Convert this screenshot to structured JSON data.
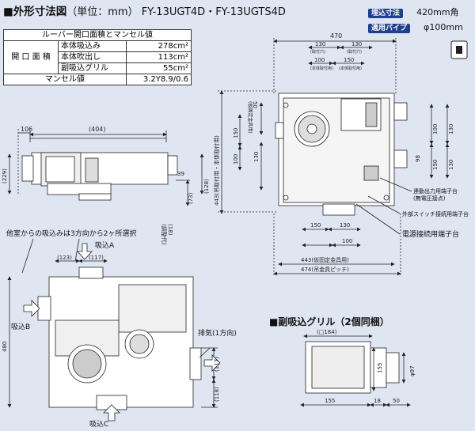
{
  "header": {
    "title": "■外形寸法図",
    "unit": "（単位：mm）",
    "models": "FY-13UGT4D・FY-13UGTS4D"
  },
  "badges": {
    "ceiling_label": "埋込寸法",
    "ceiling_value": "420mm角",
    "pipe_label": "適用パイプ",
    "pipe_value": "φ100mm"
  },
  "spec_table": {
    "title": "ルーバー開口面積とマンセル値",
    "group": "開 口 面 積",
    "rows": [
      {
        "label": "本体吸込み",
        "value": "278cm²"
      },
      {
        "label": "本体吹出し",
        "value": "113cm²"
      },
      {
        "label": "副吸込グリル",
        "value": "55cm²"
      }
    ],
    "munsell_label": "マンセル値",
    "munsell_value": "3.2Y8.9/0.6"
  },
  "side_view": {
    "dim_106": "106",
    "dim_404": "(404)",
    "dim_229": "(229)",
    "dim_128": "(128)",
    "dim_73": "(73)",
    "dim_39": "39",
    "dim_18": "(18)",
    "dim_18_note": "(調整代)"
  },
  "top_view": {
    "dim_470": "470",
    "dim_130a": "130",
    "dim_130a_note": "(取付穴)",
    "dim_100a": "100",
    "dim_100a_note": "(本体取付用)",
    "dim_150a": "150",
    "dim_150a_note": "(本体取付用)",
    "dim_130b": "130",
    "dim_130b_note": "(取付穴)",
    "dim_50": "50",
    "dim_50_note": "(仮固定金具用)",
    "dim_443v": "443(吊取付用・本体取付用)",
    "dim_150v": "150",
    "dim_100v": "100",
    "dim_130v": "130",
    "dim_150b": "150",
    "dim_130c": "130",
    "dim_100b": "100",
    "dim_443h": "443(仮固定金具用)",
    "dim_474h": "474(吊金具ピッチ)",
    "right_100": "100",
    "right_150": "150",
    "right_130": "130",
    "right_98": "98",
    "right_130b": "130"
  },
  "callouts": {
    "c1": "連動出力用端子台",
    "c1b": "(無電圧接点)",
    "c2": "外部スイッチ接続用端子台",
    "c3": "電源接続用端子台"
  },
  "bottom_view": {
    "note": "他室からの吸込みは3方向から2ヶ所選択",
    "dim_123": "(123)",
    "dim_117": "(117)",
    "intake_a": "吸込A",
    "intake_b": "吸込B",
    "intake_c": "吸込C",
    "exhaust": "排気(1方向)",
    "dim_480": "480",
    "dim_117v": "(117)",
    "dim_118": "(118)"
  },
  "sub_grille": {
    "title": "■副吸込グリル（2個同梱）",
    "dim_184": "(□184)",
    "dim_155v": "155",
    "dim_97": "φ97",
    "dim_155h": "155",
    "dim_18": "18",
    "dim_50": "50"
  },
  "colors": {
    "bg": "#dfe6f2",
    "badge": "#1f3f8f",
    "line": "#222222"
  }
}
